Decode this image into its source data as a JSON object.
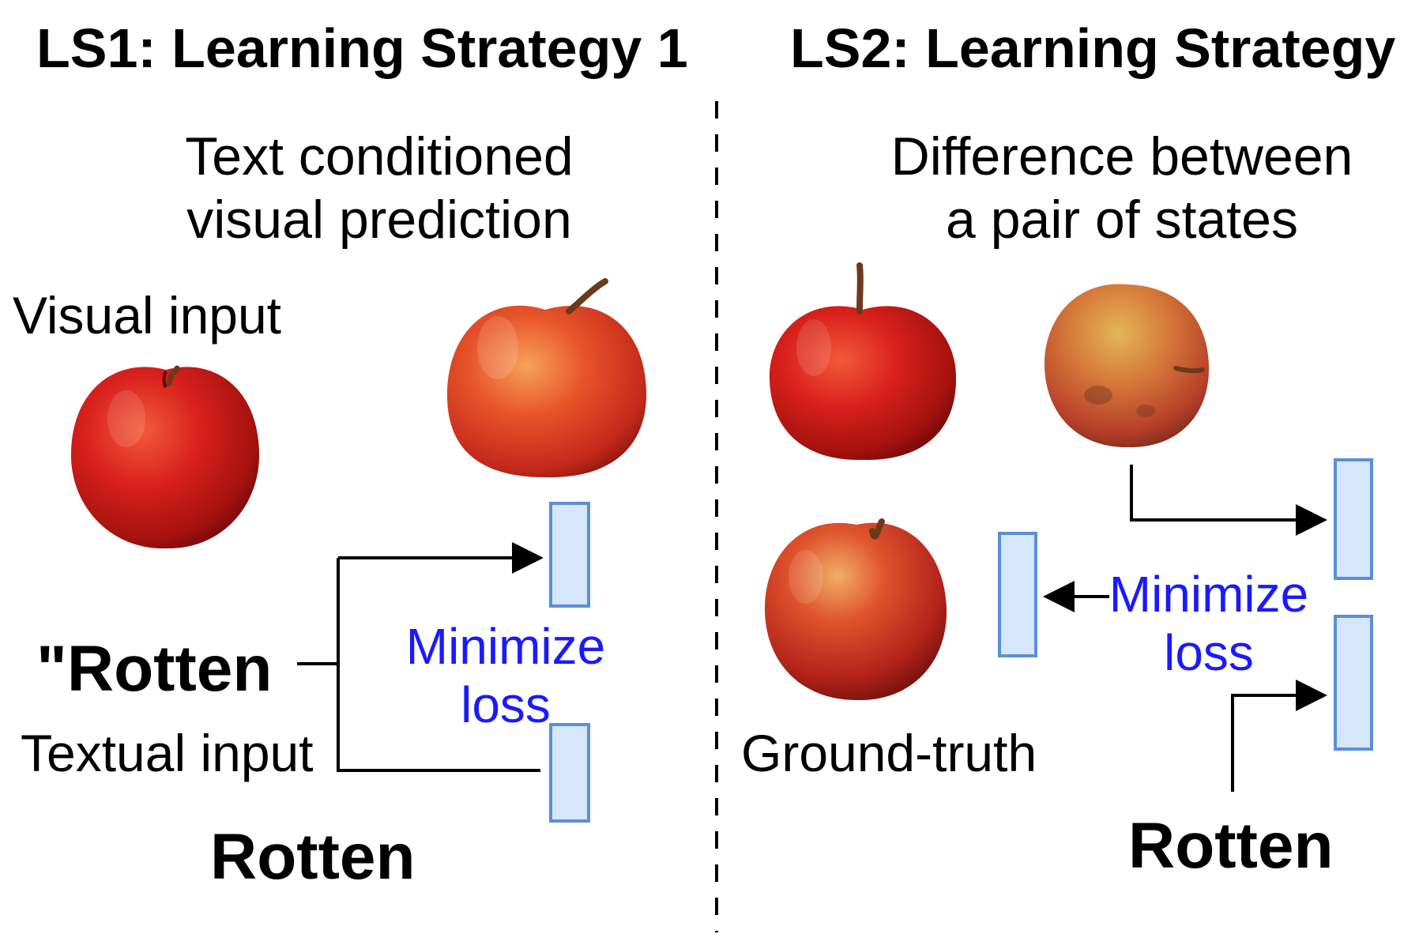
{
  "left": {
    "title": "LS1: Learning Strategy 1",
    "subtitle_line1": "Text conditioned",
    "subtitle_line2": "visual prediction",
    "visual_input_label": "Visual input",
    "quoted_word": "\"Rotten",
    "textual_input_label": "Textual input",
    "loss_line1": "Minimize",
    "loss_line2": "loss",
    "bottom_word": "Rotten"
  },
  "right": {
    "title": "LS2: Learning Strategy",
    "subtitle_line1": "Difference between",
    "subtitle_line2": "a pair of states",
    "ground_truth_label": "Ground-truth",
    "loss_line1": "Minimize",
    "loss_line2": "loss",
    "bottom_word": "Rotten"
  },
  "colors": {
    "apple_red": "#d8201c",
    "apple_dark": "#8e0d0c",
    "apple_orange": "#e8552a",
    "rotten_yellow": "#d99a3a",
    "box_fill": "#d6e6fb",
    "box_stroke": "#5b8fd6",
    "loss_text": "#1a1aff"
  }
}
